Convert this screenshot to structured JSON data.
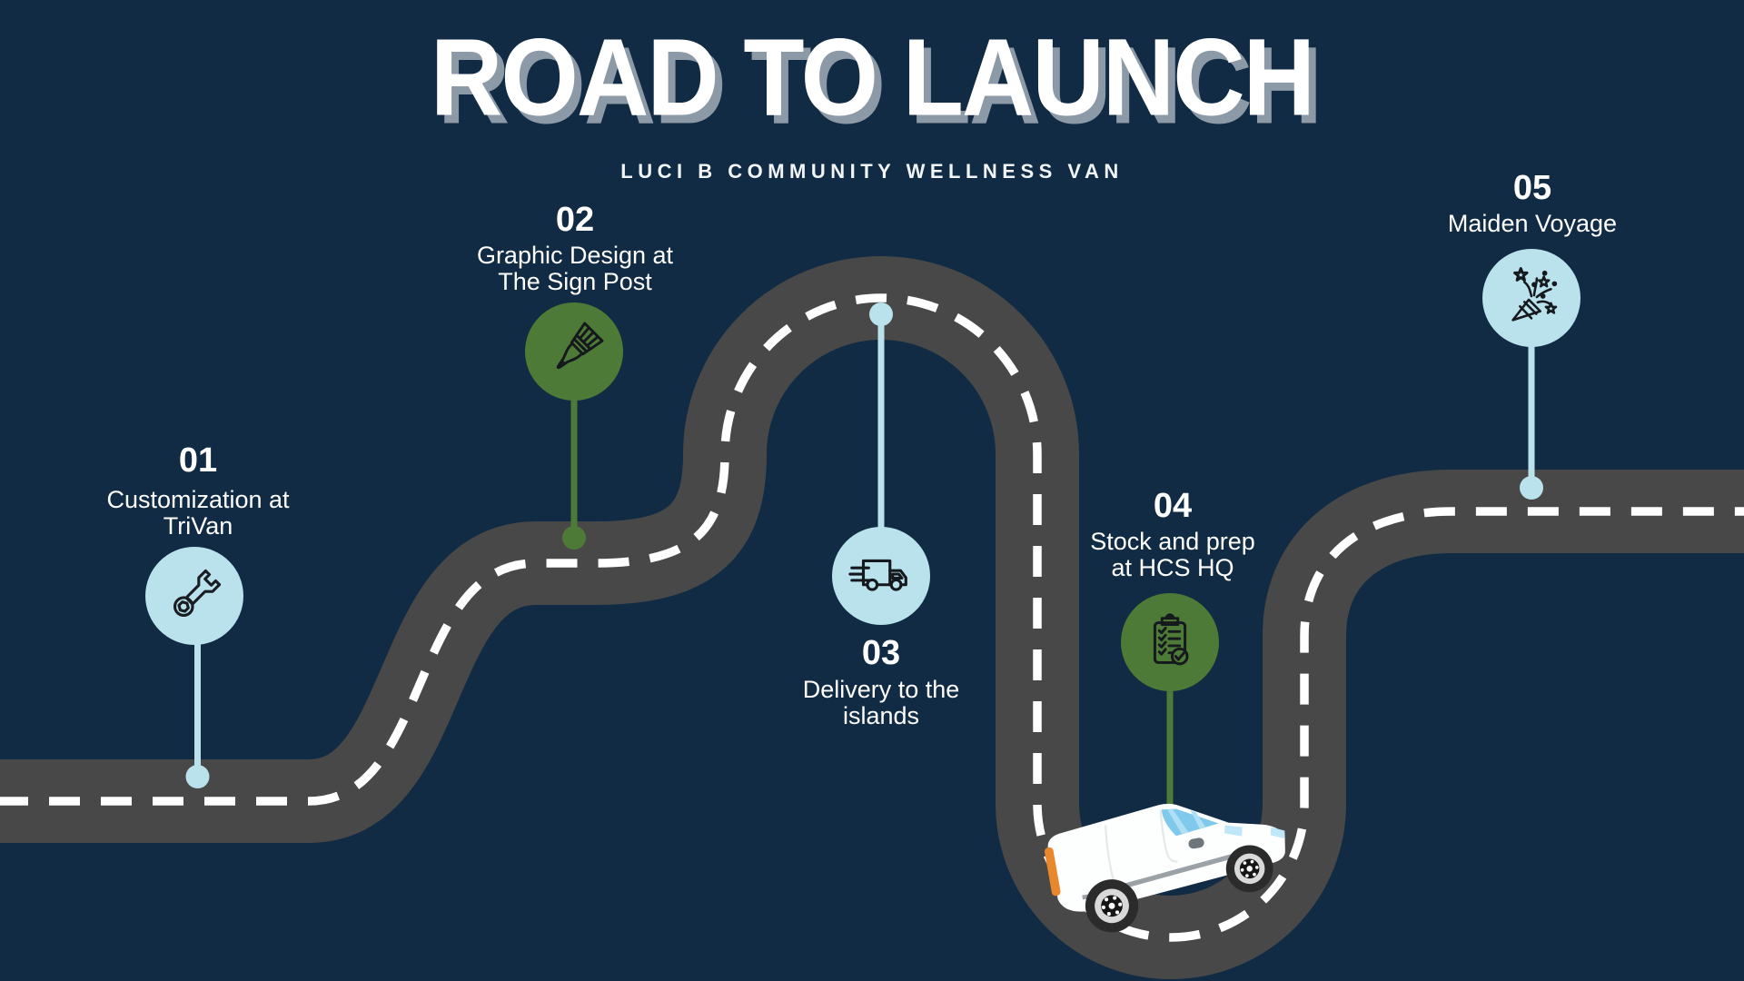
{
  "page": {
    "background_color": "#102B43"
  },
  "header": {
    "title": "ROAD TO LAUNCH",
    "subtitle": "LUCI B COMMUNITY WELLNESS VAN",
    "title_color": "#FFFFFF",
    "title_shadow_color": "#8C99A6"
  },
  "road": {
    "asphalt_color": "#484848",
    "centerline_color": "#FFFFFF"
  },
  "accents": {
    "light_blue": "#B9E2ED",
    "green": "#4E7A37"
  },
  "milestones": [
    {
      "number": "01",
      "label_lines": [
        "Customization at",
        "TriVan"
      ],
      "icon": "wrench-icon",
      "color": "#B9E2ED"
    },
    {
      "number": "02",
      "label_lines": [
        "Graphic Design at",
        "The Sign Post"
      ],
      "icon": "paintbrush-icon",
      "color": "#4E7A37"
    },
    {
      "number": "03",
      "label_lines": [
        "Delivery to the",
        "islands"
      ],
      "icon": "delivery-truck-icon",
      "color": "#B9E2ED"
    },
    {
      "number": "04",
      "label_lines": [
        "Stock and prep",
        "at HCS HQ"
      ],
      "icon": "clipboard-checklist-icon",
      "color": "#4E7A37"
    },
    {
      "number": "05",
      "label_lines": [
        "Maiden Voyage"
      ],
      "icon": "party-popper-icon",
      "color": "#B9E2ED"
    }
  ],
  "van": {
    "name": "white delivery van",
    "body_color": "#FDFEFE",
    "windshield_color": "#7FC9EC",
    "taillight_color": "#E8872B"
  }
}
